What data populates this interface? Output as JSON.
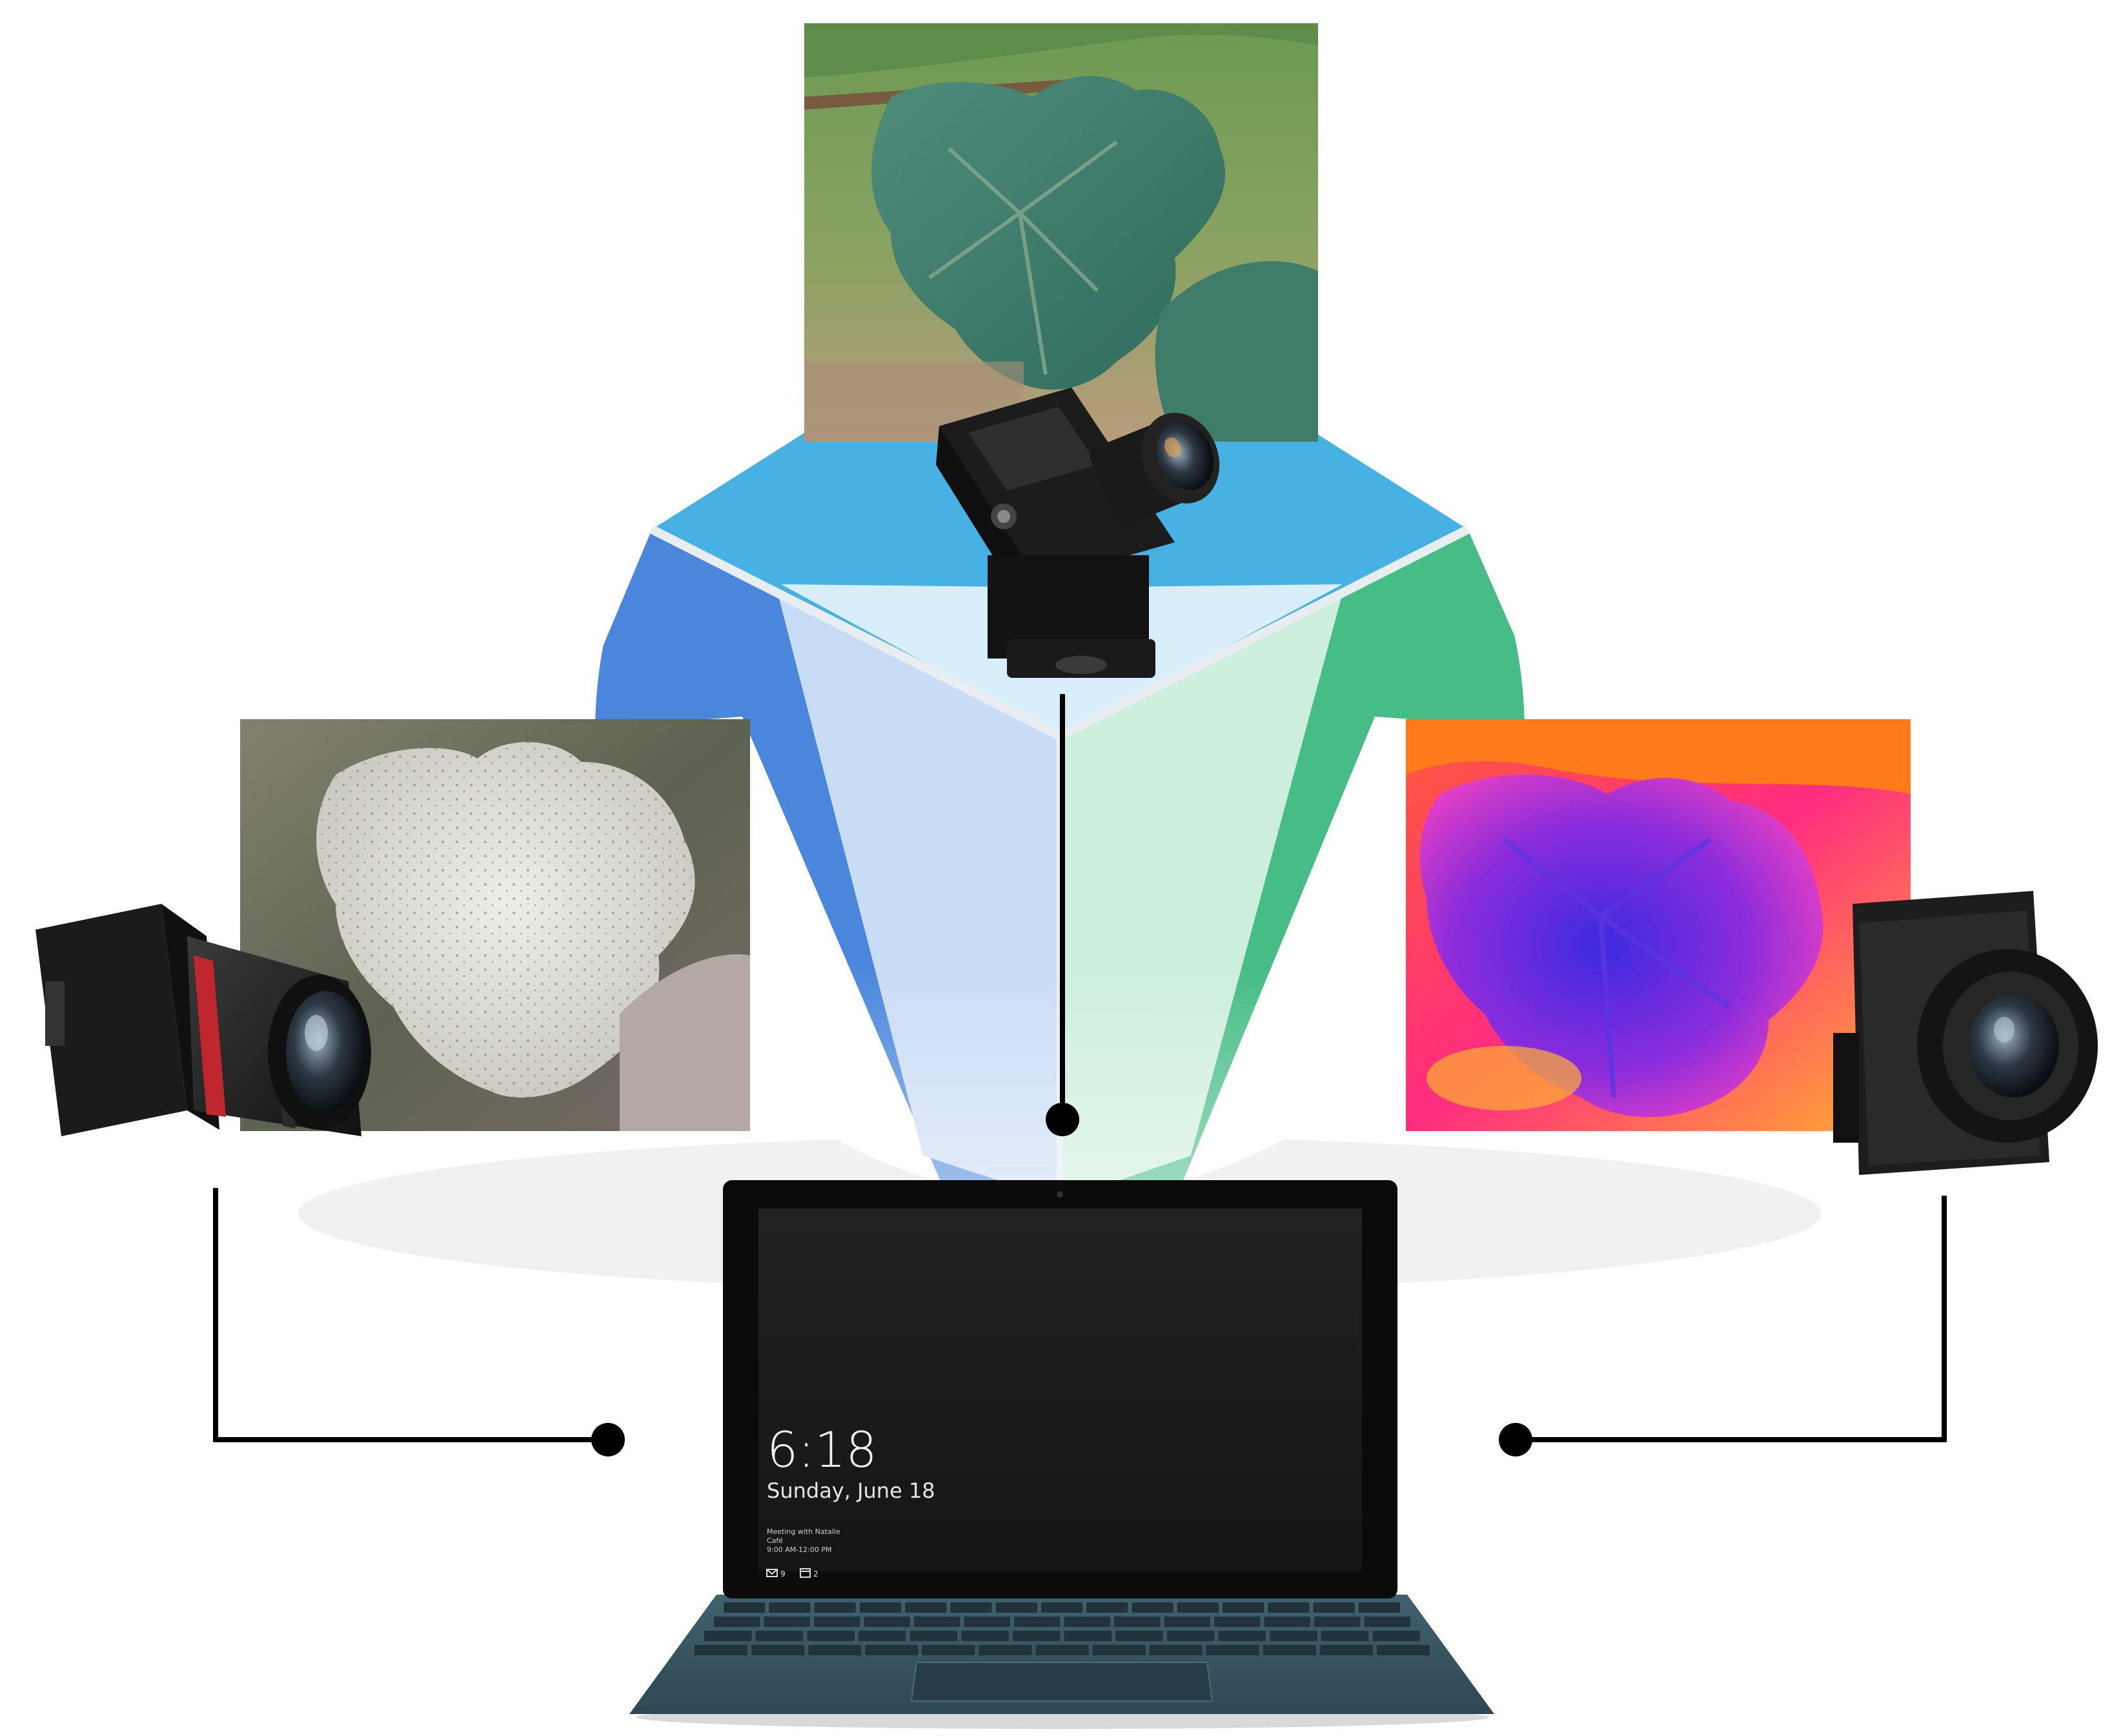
{
  "diagram": {
    "colors": {
      "left_sector": "#4a87dc",
      "top_sector": "#47b1e4",
      "right_sector": "#46bd86",
      "connector": "#000000"
    },
    "icons": [
      "multispectral-camera-icon",
      "rgb-camera-icon",
      "thermal-camera-icon",
      "tablet-icon"
    ]
  },
  "tablet": {
    "lock_screen": {
      "time": "6:18",
      "date": "Sunday, June 18",
      "event_title": "Meeting with Natalie",
      "event_place": "Café",
      "event_time": "9:00 AM-12:00 PM",
      "badge_mail": "9",
      "badge_calendar": "2"
    }
  }
}
